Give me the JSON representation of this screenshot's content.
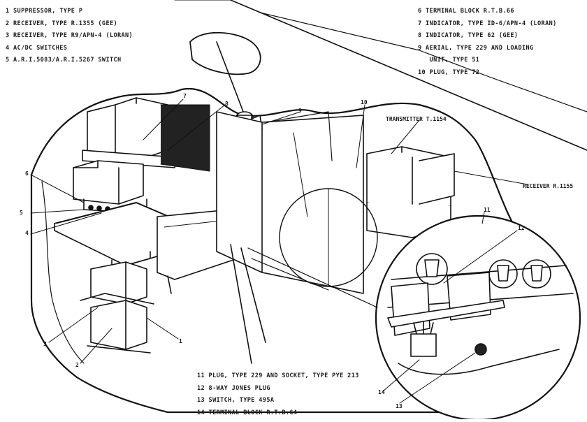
{
  "legend_left": [
    "1 SUPPRESSOR, TYPE P",
    "2 RECEIVER, TYPE R.1355 (GEE)",
    "3 RECEIVER, TYPE R9/APN-4 (LORAN)",
    "4 AC/DC SWITCHES",
    "5 A.R.I.5083/A.R.I.5267 SWITCH"
  ],
  "legend_right": [
    "6 TERMINAL BLOCK R.T.B.66",
    "7 INDICATOR, TYPE ID-6/APN-4 (LORAN)",
    "8 INDICATOR, TYPE 62 (GEE)",
    "9 AERIAL, TYPE 229 AND LOADING",
    "   UNIT, TYPE 51",
    "10 PLUG, TYPE 72"
  ],
  "legend_bottom": [
    "11 PLUG, TYPE 229 AND SOCKET, TYPE PYE 213",
    "12 8-WAY JONES PLUG",
    "13 SWITCH, TYPE 495A",
    "14 TERMINAL BLOCK R.T.B.64"
  ],
  "callouts": {
    "transmitter": "TRANSMITTER T.1154",
    "receiver": "RECEIVER R.1155",
    "n1": "1",
    "n2": "2",
    "n3": "3",
    "n4": "4",
    "n5": "5",
    "n6": "6",
    "n7": "7",
    "n8": "8",
    "n9": "9",
    "n10": "10",
    "n11": "11",
    "n12": "12",
    "n13": "13",
    "n14": "14"
  }
}
